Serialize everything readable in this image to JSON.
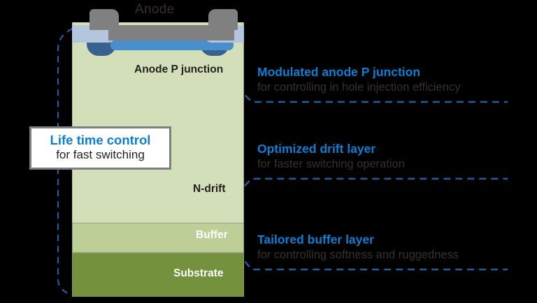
{
  "diagram": {
    "title": "IGBT device cross-section with process annotations",
    "device": {
      "anode_label": "Anode",
      "anode_p_junction_label": "Anode P junction",
      "ndrift_label": "N-drift",
      "buffer_label": "Buffer",
      "substrate_label": "Substrate"
    },
    "callout": {
      "title": "Life time control",
      "subtitle": "for fast switching"
    },
    "annotations": [
      {
        "title": "Modulated anode P junction",
        "subtitle": "for controlling in hole injection efficiency"
      },
      {
        "title": "Optimized drift layer",
        "subtitle": "for faster switching operation"
      },
      {
        "title": "Tailored buffer layer",
        "subtitle": "for controlling softness and ruggedness"
      }
    ],
    "colors": {
      "accent_blue": "#0a7fd4",
      "dash_blue": "#1f5f9e",
      "ndrift_green": "#d3dfb8",
      "buffer_green": "#bdcf96",
      "substrate_green": "#74913d",
      "metal_gray": "#808080",
      "oxide_blue": "#b3c6de",
      "pwell_blue": "#39618f",
      "pjunction_blue": "#4a8ecc",
      "body_text": "#3a2f2a",
      "background": "#000000"
    }
  }
}
